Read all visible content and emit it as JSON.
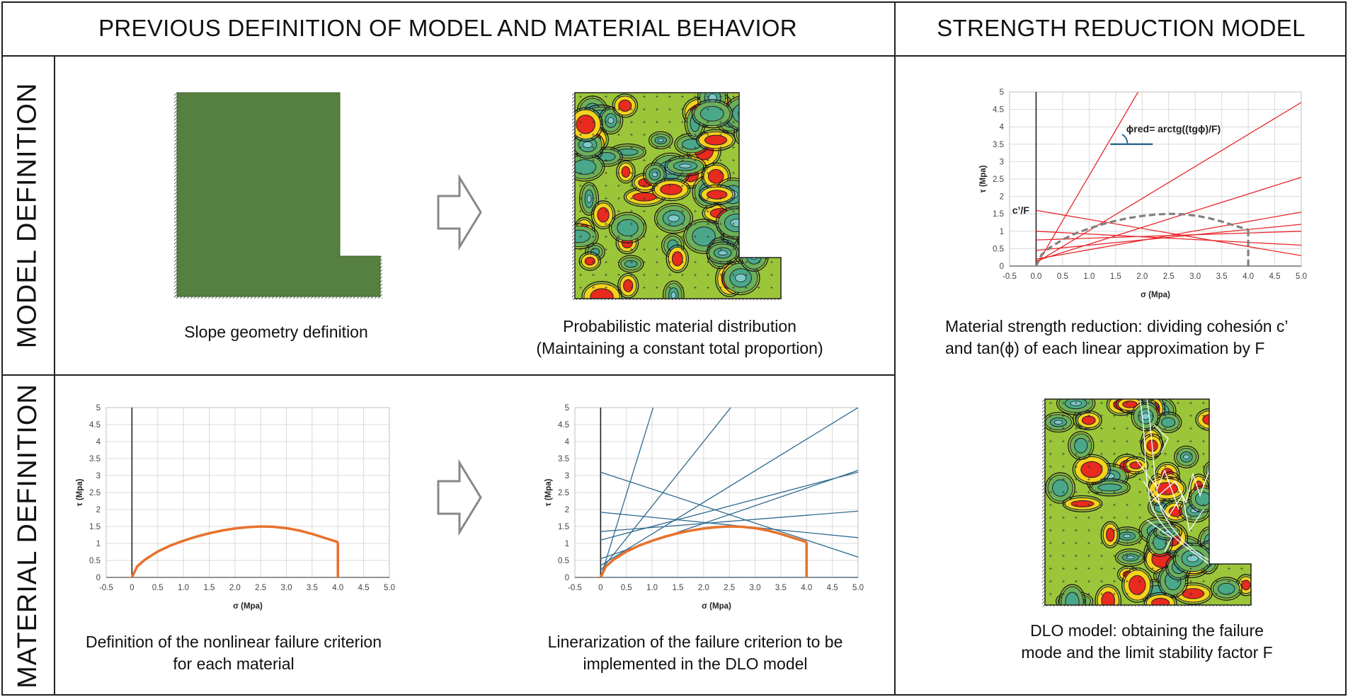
{
  "headers": {
    "left": "PREVIOUS DEFINITION OF MODEL AND MATERIAL BEHAVIOR",
    "right": "STRENGTH REDUCTION MODEL"
  },
  "rows": {
    "model": "MODEL DEFINITION",
    "material": "MATERIAL DEFINITION"
  },
  "captions": {
    "slope_geometry": "Slope geometry definition",
    "probabilistic_line1": "Probabilistic material distribution",
    "probabilistic_line2": "(Maintaining a constant total proportion)",
    "nonlinear_line1": "Definition of the nonlinear failure criterion",
    "nonlinear_line2": "for each material",
    "linearization_line1": "Linerarization of the failure criterion to be",
    "linearization_line2": "implemented in the DLO model",
    "strength_line1": "Material strength reduction: dividing cohesión c’",
    "strength_line2": "and tan(ϕ) of each linear approximation by F",
    "dlo_line1": "DLO model: obtaining the failure",
    "dlo_line2": "mode and the limit stability factor F"
  },
  "annotations": {
    "phi_red": "ϕred= arctg((tgϕ)/F)",
    "c_over_f": "c’/F"
  },
  "colors": {
    "slope_fill": "#55803f",
    "envelope_orange": "#e8722d",
    "line_blue": "#2e6b8f",
    "line_red": "#e8262a",
    "dash_gray": "#808080",
    "contour_green": "#9cc63a",
    "contour_red": "#e82a1f",
    "contour_yellow": "#f5d21c",
    "contour_teal": "#4aa88a"
  },
  "icons": {
    "arrow_top": "right-arrow-icon",
    "arrow_bottom": "right-arrow-icon"
  },
  "chart_data": [
    {
      "id": "nonlinear-criterion",
      "type": "line",
      "xlabel": "σ (Mpa)",
      "ylabel": "τ (Mpa)",
      "xlim": [
        -0.5,
        5.0
      ],
      "ylim": [
        0,
        5
      ],
      "xticks": [
        "-0.5",
        "0",
        "0.5",
        "1.0",
        "1.5",
        "2.0",
        "2.5",
        "3.0",
        "3.5",
        "4.0",
        "4.5",
        "5.0"
      ],
      "yticks": [
        "0",
        "0.5",
        "1",
        "1.5",
        "2",
        "2.5",
        "3",
        "3.5",
        "4",
        "4.5",
        "5"
      ],
      "grid": true,
      "series": [
        {
          "kind": "envelope",
          "x": [
            0,
            0.1,
            0.25,
            0.5,
            0.75,
            1.0,
            1.25,
            1.5,
            1.75,
            2.0,
            2.25,
            2.5,
            2.75,
            3.0,
            3.25,
            3.5,
            3.75,
            4.0
          ],
          "y": [
            0,
            0.32,
            0.52,
            0.76,
            0.94,
            1.08,
            1.2,
            1.3,
            1.38,
            1.44,
            1.48,
            1.5,
            1.49,
            1.45,
            1.38,
            1.28,
            1.16,
            1.04
          ]
        },
        {
          "kind": "cutoff",
          "x": [
            4.0,
            4.0
          ],
          "y": [
            1.04,
            0
          ]
        }
      ]
    },
    {
      "id": "linearized-criterion",
      "type": "line",
      "xlabel": "σ (Mpa)",
      "ylabel": "τ (Mpa)",
      "xlim": [
        -0.5,
        5.0
      ],
      "ylim": [
        0,
        5
      ],
      "xticks": [
        "-0.5",
        "0",
        "0.5",
        "1.0",
        "1.5",
        "2.0",
        "2.5",
        "3.0",
        "3.5",
        "4.0",
        "4.5",
        "5.0"
      ],
      "yticks": [
        "0",
        "0.5",
        "1",
        "1.5",
        "2",
        "2.5",
        "3",
        "3.5",
        "4",
        "4.5",
        "5"
      ],
      "grid": true,
      "series": [
        {
          "kind": "envelope",
          "x": [
            0,
            0.1,
            0.25,
            0.5,
            0.75,
            1.0,
            1.25,
            1.5,
            1.75,
            2.0,
            2.25,
            2.5,
            2.75,
            3.0,
            3.25,
            3.5,
            3.75,
            4.0
          ],
          "y": [
            0,
            0.32,
            0.52,
            0.76,
            0.94,
            1.08,
            1.2,
            1.3,
            1.38,
            1.44,
            1.48,
            1.5,
            1.49,
            1.45,
            1.38,
            1.28,
            1.16,
            1.04
          ]
        },
        {
          "kind": "cutoff",
          "x": [
            4.0,
            4.0
          ],
          "y": [
            1.04,
            0
          ]
        },
        {
          "kind": "linear",
          "c": 0.0,
          "tan": 4.9
        },
        {
          "kind": "linear",
          "c": 0.2,
          "tan": 1.9
        },
        {
          "kind": "linear",
          "c": 0.35,
          "tan": 0.93
        },
        {
          "kind": "linear",
          "c": 0.55,
          "tan": 0.52
        },
        {
          "kind": "linear",
          "c": 1.1,
          "tan": 0.4
        },
        {
          "kind": "linear",
          "c": 3.1,
          "tan": -0.5
        },
        {
          "kind": "linear",
          "c": 1.92,
          "tan": -0.15
        },
        {
          "kind": "linear",
          "c": 1.35,
          "tan": 0.12
        },
        {
          "kind": "linear",
          "c": 0.0,
          "tan": 0.0
        }
      ]
    },
    {
      "id": "strength-reduction",
      "type": "line",
      "xlabel": "σ (Mpa)",
      "ylabel": "τ (Mpa)",
      "xlim": [
        -0.5,
        5.0
      ],
      "ylim": [
        0,
        5
      ],
      "xticks": [
        "-0.5",
        "0.0",
        "0.5",
        "1.0",
        "1.5",
        "2.0",
        "2.5",
        "3.0",
        "3.5",
        "4.0",
        "4.5",
        "5.0"
      ],
      "yticks": [
        "0",
        "0.5",
        "1",
        "1.5",
        "2",
        "2.5",
        "3",
        "3.5",
        "4",
        "4.5",
        "5"
      ],
      "grid": true,
      "series": [
        {
          "kind": "envelope-dashed",
          "x": [
            0,
            0.1,
            0.25,
            0.5,
            0.75,
            1.0,
            1.25,
            1.5,
            1.75,
            2.0,
            2.25,
            2.5,
            2.75,
            3.0,
            3.25,
            3.5,
            3.75,
            4.0
          ],
          "y": [
            0,
            0.32,
            0.52,
            0.76,
            0.94,
            1.08,
            1.2,
            1.3,
            1.38,
            1.44,
            1.48,
            1.5,
            1.49,
            1.45,
            1.38,
            1.28,
            1.16,
            1.04
          ]
        },
        {
          "kind": "cutoff-dashed",
          "x": [
            4.0,
            4.0
          ],
          "y": [
            1.04,
            0
          ]
        },
        {
          "kind": "linear",
          "c": 0.0,
          "tan": 2.6
        },
        {
          "kind": "linear",
          "c": 0.1,
          "tan": 0.92
        },
        {
          "kind": "linear",
          "c": 0.15,
          "tan": 0.48
        },
        {
          "kind": "linear",
          "c": 0.2,
          "tan": 0.27
        },
        {
          "kind": "linear",
          "c": 0.45,
          "tan": 0.15
        },
        {
          "kind": "linear",
          "c": 1.6,
          "tan": -0.26
        },
        {
          "kind": "linear",
          "c": 1.0,
          "tan": -0.08
        },
        {
          "kind": "linear",
          "c": 0.75,
          "tan": 0.05
        }
      ]
    }
  ]
}
